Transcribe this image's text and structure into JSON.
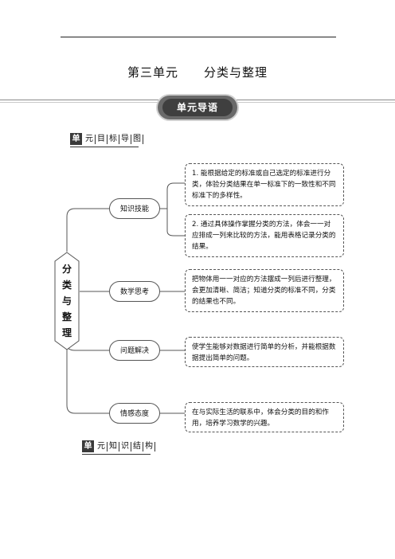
{
  "header": {
    "title": "第三单元　　分类与整理"
  },
  "banner": {
    "label": "单元导语"
  },
  "section1": {
    "first": "单",
    "rest": [
      "元",
      "目",
      "标",
      "导",
      "图"
    ]
  },
  "section2": {
    "first": "单",
    "rest": [
      "元",
      "知",
      "识",
      "结",
      "构"
    ]
  },
  "mindmap": {
    "root": [
      "分",
      "类",
      "与",
      "整",
      "理"
    ],
    "branches": [
      {
        "label": "知识技能",
        "boxes": [
          "1. 能根据给定的标准或自己选定的标准进行分类，体验分类结果在单一标准下的一致性和不同标准下的多样性。",
          "2. 通过具体操作掌握分类的方法，体会一一对应排成一列来比较的方法，能用表格记录分类的结果。"
        ]
      },
      {
        "label": "数学思考",
        "boxes": [
          "把物体用一一对应的方法摆成一列后进行整理，会更加清晰、简洁；知道分类的标准不同，分类的结果也不同。"
        ]
      },
      {
        "label": "问题解决",
        "boxes": [
          "使学生能够对数据进行简单的分析，并能根据数据提出简单的问题。"
        ]
      },
      {
        "label": "情感态度",
        "boxes": [
          "在与实际生活的联系中，体会分类的目的和作用，培养学习数学的兴趣。"
        ]
      }
    ]
  }
}
